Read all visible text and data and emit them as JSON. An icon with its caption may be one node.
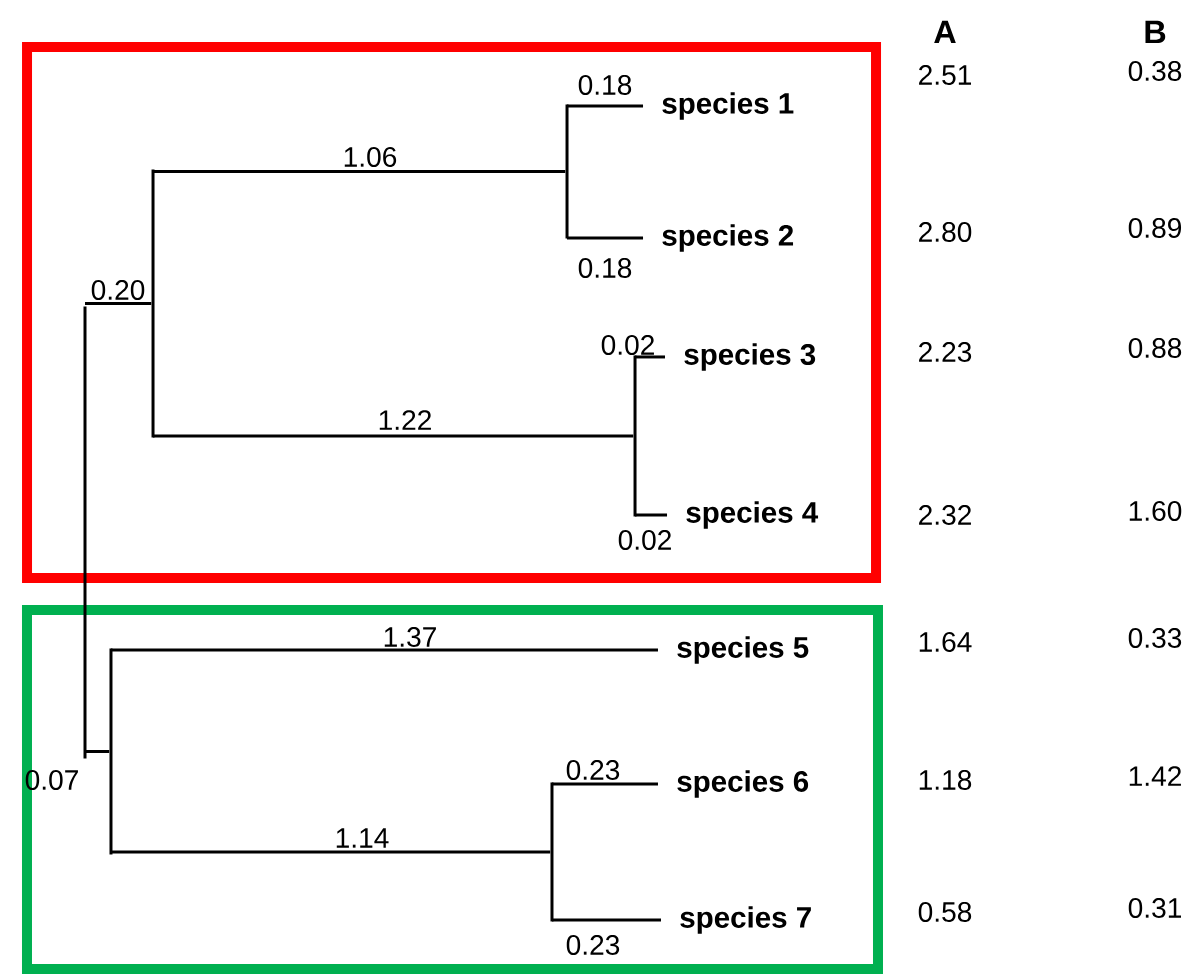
{
  "diagram": {
    "nodes": [
      {
        "text": [],
        "shape": "box"
      },
      {
        "text": [],
        "shape": "box"
      },
      {
        "text": [],
        "shape": "bar"
      },
      {
        "text": [],
        "shape": "bar",
        "in": 0
      },
      {
        "text": [],
        "shape": "bar",
        "in": 0
      },
      {
        "text": [],
        "shape": "bar",
        "in": 0
      },
      {
        "text": [
          "species 1"
        ],
        "in": 0
      },
      {
        "text": [
          "species 2"
        ],
        "in": 0
      },
      {
        "text": [
          "species 3"
        ],
        "in": 0
      },
      {
        "text": [
          "species 4"
        ],
        "in": 0
      },
      {
        "text": [],
        "shape": "bar",
        "in": 1
      },
      {
        "text": [],
        "shape": "bar",
        "in": 1
      },
      {
        "text": [
          "species 5"
        ],
        "in": 1
      },
      {
        "text": [
          "species 6"
        ],
        "in": 1
      },
      {
        "text": [
          "species 7"
        ],
        "in": 1
      }
    ],
    "edges": [
      {
        "from": 2,
        "to": 3,
        "arrow": "none",
        "label": "0.20"
      },
      {
        "from": 2,
        "to": 10,
        "arrow": "none",
        "label": "0.07"
      },
      {
        "from": 3,
        "to": 4,
        "arrow": "none",
        "label": "1.06"
      },
      {
        "from": 3,
        "to": 5,
        "arrow": "none",
        "label": "1.22"
      },
      {
        "from": 4,
        "to": 6,
        "arrow": "none",
        "label": "0.18"
      },
      {
        "from": 4,
        "to": 7,
        "arrow": "none",
        "label": "0.18"
      },
      {
        "from": 5,
        "to": 8,
        "arrow": "none",
        "label": "0.02"
      },
      {
        "from": 5,
        "to": 9,
        "arrow": "none",
        "label": "0.02"
      },
      {
        "from": 10,
        "to": 12,
        "arrow": "none",
        "label": "1.37"
      },
      {
        "from": 10,
        "to": 11,
        "arrow": "none",
        "label": "1.14"
      },
      {
        "from": 11,
        "to": 13,
        "arrow": "none",
        "label": "0.23"
      },
      {
        "from": 11,
        "to": 14,
        "arrow": "none",
        "label": "0.23"
      }
    ],
    "labels": [
      "A",
      "B",
      "2.51",
      "0.38",
      "2.80",
      "0.89",
      "2.23",
      "0.88",
      "2.32",
      "1.60",
      "1.64",
      "0.33",
      "1.18",
      "1.42",
      "0.58",
      "0.31"
    ]
  }
}
